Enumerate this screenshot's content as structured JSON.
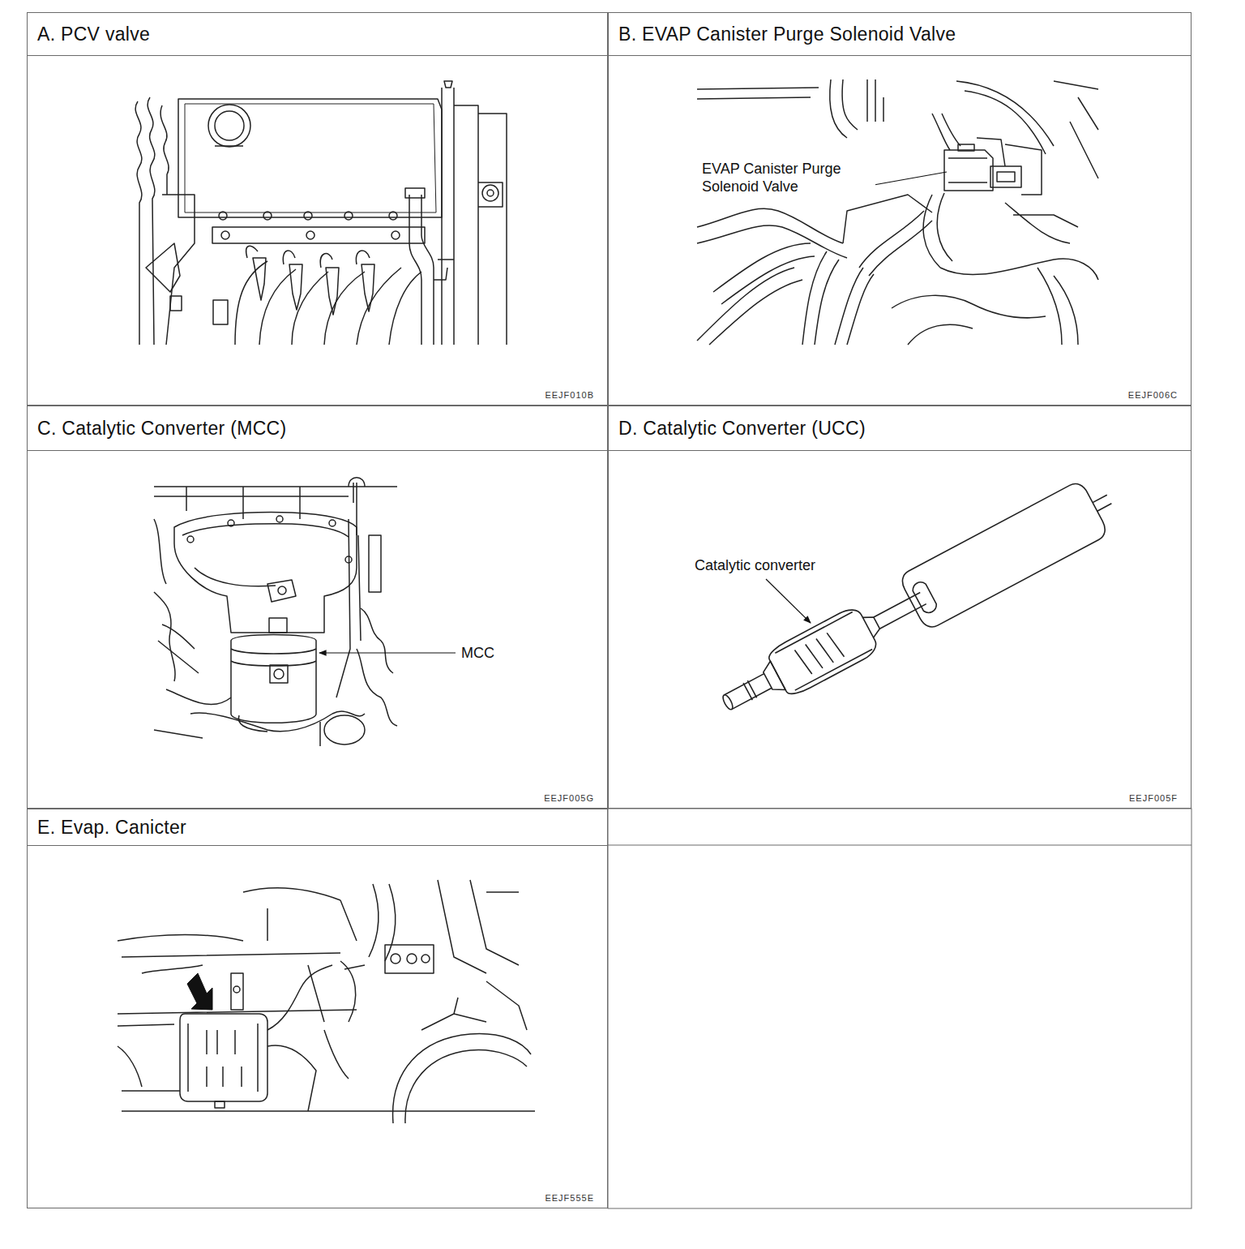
{
  "diagram": {
    "nodes": [
      {
        "text": [
          "A. PCV valve",
          "EEJF010B"
        ]
      },
      {
        "text": [
          "B. EVAP Canister Purge Solenoid Valve",
          "EEJF006C"
        ]
      },
      {
        "text": [
          "C. Catalytic Converter (MCC)",
          "EEJF005G"
        ]
      },
      {
        "text": [
          "D. Catalytic Converter (UCC)",
          "EEJF005F"
        ]
      },
      {
        "text": [
          "E. Evap. Canicter",
          "EEJF555E"
        ]
      }
    ],
    "labels": [
      "EVAP Canister Purge Solenoid Valve",
      "MCC",
      "Catalytic converter"
    ]
  }
}
